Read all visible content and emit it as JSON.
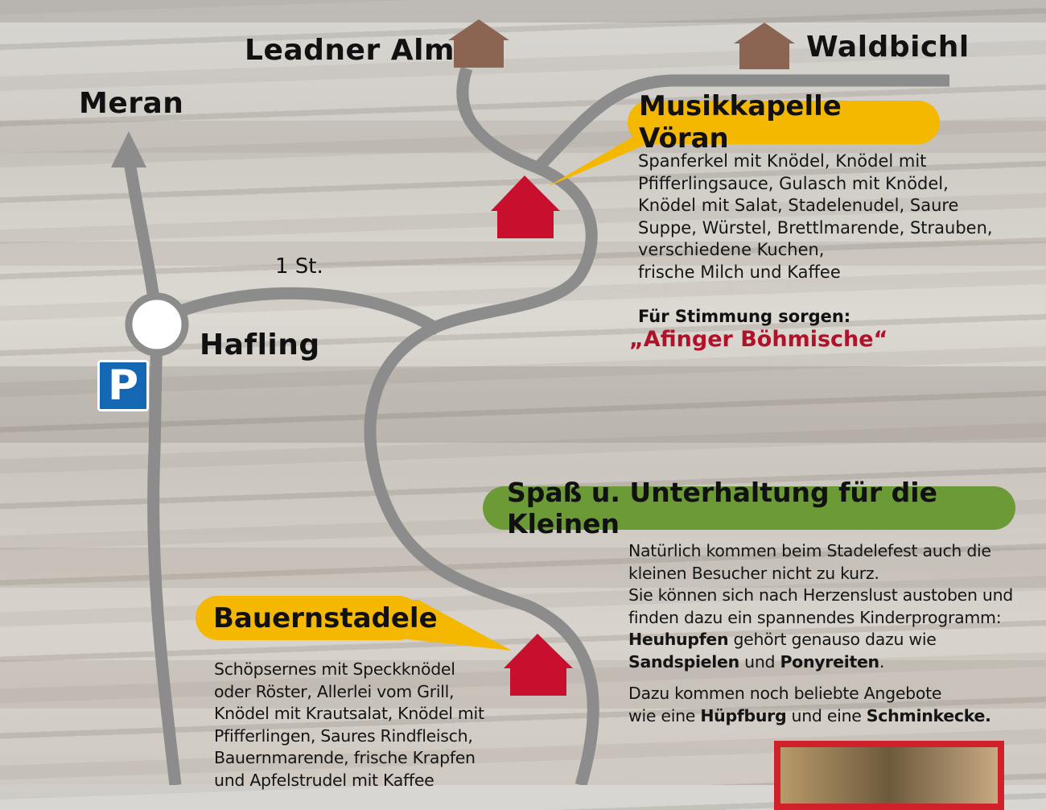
{
  "places": {
    "meran": "Meran",
    "leadner_alm": "Leadner Alm",
    "waldbichl": "Waldbichl",
    "hafling": "Hafling",
    "duration": "1 St.",
    "parking": "P"
  },
  "musikkapelle": {
    "title": "Musikkapelle Vöran",
    "menu": [
      "Spanferkel mit Knödel, Knödel mit",
      "Pfifferlingsauce, Gulasch mit Knödel,",
      "Knödel mit Salat, Stadelenudel, Saure",
      "Suppe, Würstel, Brettlmarende, Strauben,",
      "verschiedene Kuchen,",
      "frische Milch und Kaffee"
    ],
    "music_label": "Für Stimmung sorgen:",
    "music_band": "„Afinger Böhmische“"
  },
  "kids": {
    "title": "Spaß u. Unterhaltung für die Kleinen",
    "lines": [
      "Natürlich kommen beim Stadelefest auch die",
      "kleinen Besucher nicht zu kurz.",
      "Sie können sich nach Herzenslust austoben und",
      "finden dazu ein spannendes Kinderprogramm:"
    ],
    "heuhupfen": "Heuhupfen",
    "l5_rest": " gehört genauso dazu wie",
    "sandspielen": "Sandspielen",
    "und": " und ",
    "ponyreiten": "Ponyreiten",
    "dot": ".",
    "l7": "Dazu kommen noch beliebte Angebote",
    "l8_a": "wie eine ",
    "huepfburg": "Hüpfburg",
    "l8_b": " und eine ",
    "schminkecke": "Schminkecke."
  },
  "bauernstadele": {
    "title": "Bauernstadele",
    "menu": [
      "Schöpsernes mit Speckknödel",
      "oder Röster, Allerlei vom Grill,",
      "Knödel mit Krautsalat, Knödel mit",
      "Pfifferlingen, Saures Rindfleisch,",
      "Bauernmarende, frische Krapfen",
      "und Apfelstrudel mit Kaffee"
    ]
  },
  "colors": {
    "road": "#8c8c8c",
    "yellow": "#f5b800",
    "green": "#6b9a36",
    "red_house": "#c8102e",
    "brown_house": "#8b6552",
    "red_text": "#b0122a",
    "parking": "#1467b3"
  }
}
